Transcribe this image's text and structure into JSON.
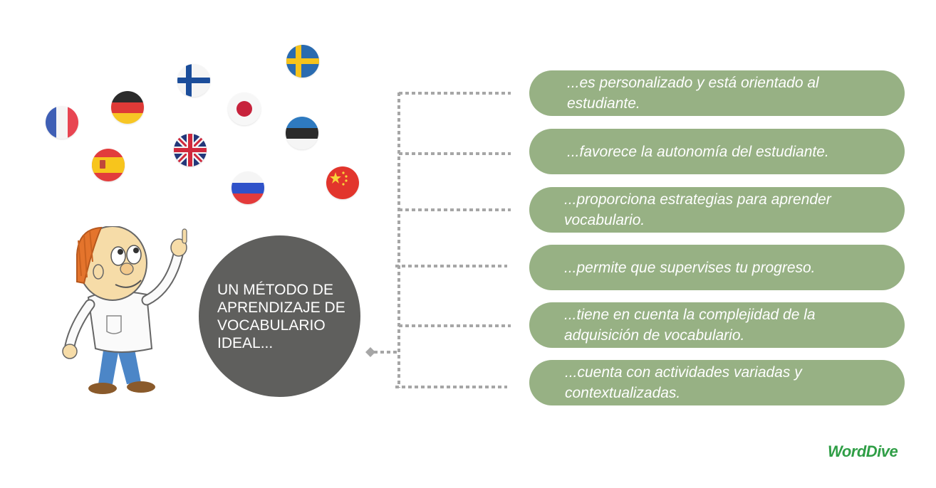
{
  "center": {
    "title": "UN MÉTODO DE\nAPRENDIZAJE DE\nVOCABULARIO\nIDEAL..."
  },
  "branches": [
    {
      "text": "...es personalizado y está orientado al estudiante."
    },
    {
      "text": "...favorece la autonomía del estudiante."
    },
    {
      "text": "...proporciona estrategias para aprender vocabulario."
    },
    {
      "text": "...permite que supervises tu progreso."
    },
    {
      "text": "...tiene en cuenta la complejidad de la adquisición de vocabulario."
    },
    {
      "text": "...cuenta con actividades variadas y contextualizadas."
    }
  ],
  "flags": [
    "france",
    "germany",
    "finland",
    "sweden",
    "japan",
    "estonia",
    "spain",
    "united-kingdom",
    "russia",
    "china"
  ],
  "logo": {
    "text": "WordDive"
  },
  "colors": {
    "pill": "#97b184",
    "circle": "#5f5f5d",
    "connector": "#a6a6a6",
    "logo": "#2f9e46"
  }
}
